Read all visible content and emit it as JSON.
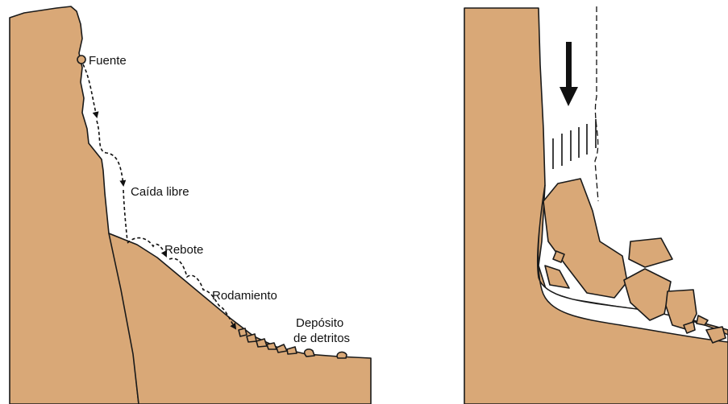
{
  "left_panel": {
    "labels": {
      "source": "Fuente",
      "free_fall": "Caída libre",
      "bounce": "Rebote",
      "rolling": "Rodamiento",
      "deposit_line1": "Depósito",
      "deposit_line2": "de detritos"
    }
  },
  "colors": {
    "rock": "#d9a877",
    "outline": "#1a1a1a",
    "background": "#ffffff"
  }
}
